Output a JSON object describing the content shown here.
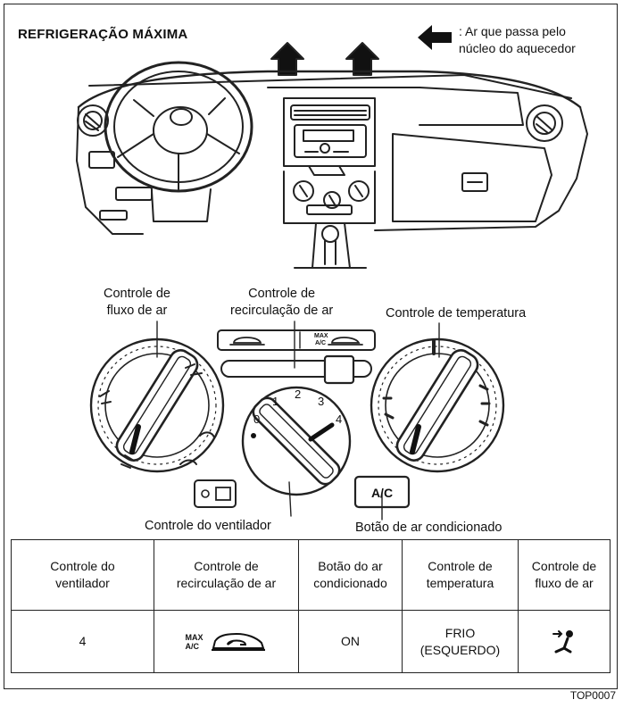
{
  "title": "REFRIGERAÇÃO MÁXIMA",
  "legend": {
    "icon": "arrow-left-icon",
    "line1": ": Ar que passa pelo",
    "line2": "núcleo do aquecedor"
  },
  "labels": {
    "air_flow_l1": "Controle de",
    "air_flow_l2": "fluxo de ar",
    "recirc_l1": "Controle de",
    "recirc_l2": "recirculação de ar",
    "temperature": "Controle de temperatura",
    "fan": "Controle do ventilador",
    "ac_button": "Botão de ar condicionado"
  },
  "fan_dial": {
    "ticks": [
      "0",
      "1",
      "2",
      "3",
      "4"
    ]
  },
  "ac_button_text": "A/C",
  "recirc_max_text": [
    "MAX",
    "A/C"
  ],
  "table": {
    "headers": [
      [
        "Controle do",
        "ventilador"
      ],
      [
        "Controle de",
        "recirculação de ar"
      ],
      [
        "Botão do ar",
        "condicionado"
      ],
      [
        "Controle de",
        "temperatura"
      ],
      [
        "Controle de",
        "fluxo de ar"
      ]
    ],
    "row": {
      "fan": "4",
      "recirc_max": [
        "MAX",
        "A/C"
      ],
      "recirc_icon": "car-recirculation-icon",
      "ac": "ON",
      "temp": [
        "FRIO",
        "(ESQUERDO)"
      ],
      "flow_icon": "face-vent-icon"
    }
  },
  "code": "TOP0007"
}
